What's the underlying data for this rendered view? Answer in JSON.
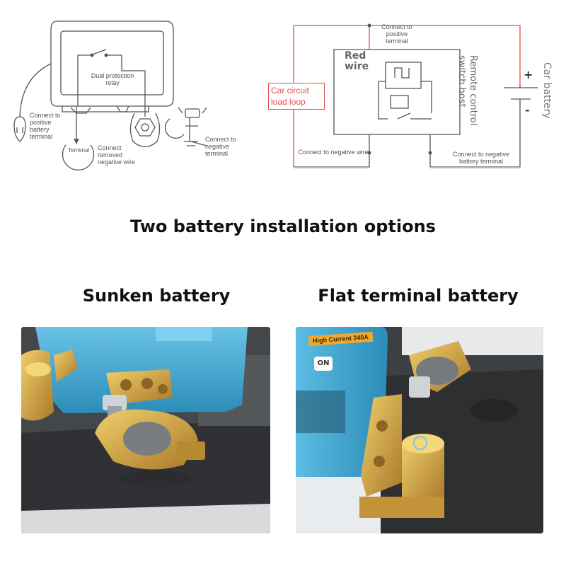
{
  "left_diagram": {
    "relay_label": "Dual protection relay",
    "positive_label": "Connect to positive battery terminal",
    "terminal_label": "Terminal",
    "removed_label": "Connect removed negative wire",
    "negative_label": "Connect to negative terminal"
  },
  "right_diagram": {
    "top_label": "Connect to positive terminal",
    "red_wire": "Red wire",
    "remote_label": "Remote control switch host",
    "load_loop": "Car circuit load loop",
    "car_battery": "Car battery",
    "plus": "+",
    "minus": "-",
    "neg_wire": "Connect to negative wire",
    "neg_battery": "Connect to negative battery terminal"
  },
  "main_title": "Two battery installation options",
  "sunken_title": "Sunken battery",
  "flat_title": "Flat terminal battery",
  "photo_right": {
    "current_badge": "High Current 240A",
    "on_button": "ON"
  },
  "colors": {
    "wire_red": "#e05050",
    "device_blue": "#3ea7cf",
    "brass": "#c99a3a"
  }
}
